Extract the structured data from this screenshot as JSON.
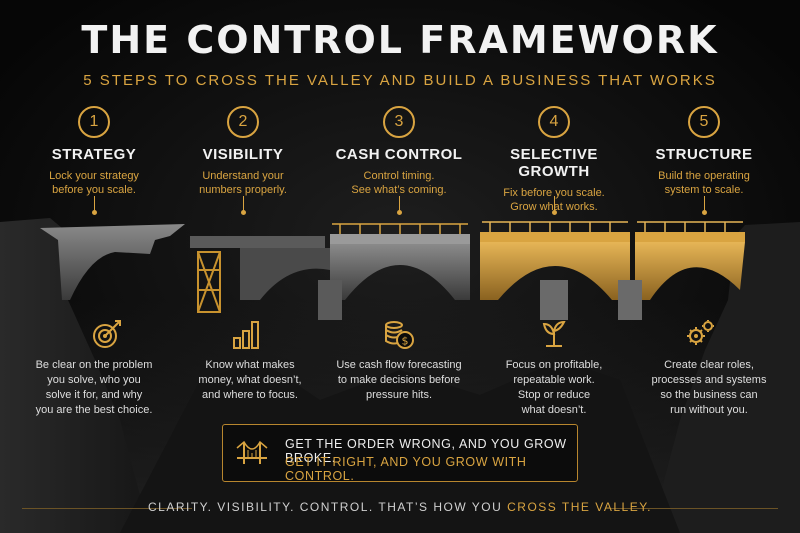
{
  "header": {
    "title": "THE CONTROL FRAMEWORK",
    "subtitle": "5 STEPS TO CROSS THE VALLEY AND BUILD A BUSINESS THAT WORKS"
  },
  "steps": [
    {
      "number": "1",
      "title": "STRATEGY",
      "tagline_1": "Lock your strategy",
      "tagline_2": "before you scale.",
      "icon": "target-icon",
      "body_1": "Be clear on the problem",
      "body_2": "you solve, who you",
      "body_3": "solve it for, and why",
      "body_4": "you are the best choice."
    },
    {
      "number": "2",
      "title": "VISIBILITY",
      "tagline_1": "Understand your",
      "tagline_2": "numbers properly.",
      "icon": "bar-chart-icon",
      "body_1": "Know what makes",
      "body_2": "money, what doesn’t,",
      "body_3": "and where to focus.",
      "body_4": ""
    },
    {
      "number": "3",
      "title": "CASH CONTROL",
      "tagline_1": "Control timing.",
      "tagline_2": "See what’s coming.",
      "icon": "coins-icon",
      "body_1": "Use cash flow forecasting",
      "body_2": "to make decisions before",
      "body_3": "pressure hits.",
      "body_4": ""
    },
    {
      "number": "4",
      "title": "SELECTIVE GROWTH",
      "tagline_1": "Fix before you scale.",
      "tagline_2": "Grow what works.",
      "icon": "sprout-icon",
      "body_1": "Focus on profitable,",
      "body_2": "repeatable work.",
      "body_3": "Stop or reduce",
      "body_4": "what doesn’t."
    },
    {
      "number": "5",
      "title": "STRUCTURE",
      "tagline_1": "Build the operating",
      "tagline_2": "system to scale.",
      "icon": "gears-icon",
      "body_1": "Create clear roles,",
      "body_2": "processes and systems",
      "body_3": "so the business can",
      "body_4": "run without you."
    }
  ],
  "callout": {
    "icon": "bridge-icon",
    "line_1": "GET THE ORDER WRONG, AND YOU GROW BROKE.",
    "line_2": "GET IT RIGHT, AND YOU GROW WITH CONTROL."
  },
  "footer": {
    "text": "CLARITY. VISIBILITY. CONTROL. THAT’S HOW YOU ",
    "accent": "CROSS THE VALLEY."
  },
  "colors": {
    "accent": "#d9a441",
    "background": "#0b0b0b",
    "text": "#e6e6e6"
  }
}
